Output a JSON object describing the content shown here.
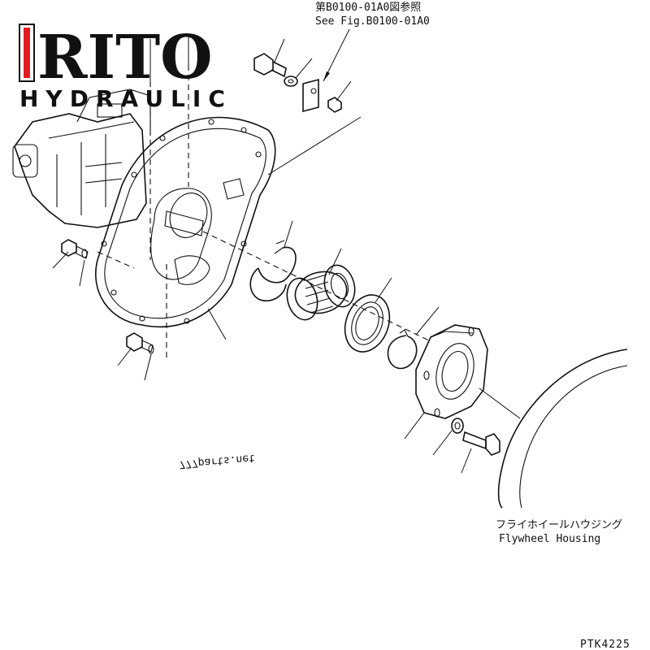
{
  "logo": {
    "brand": "RITO",
    "tagline": "HYDRAULIC",
    "accent_color": "#e31b23"
  },
  "references": {
    "see_fig_jp": "第B0100-01A0図参照",
    "see_fig_en": "See Fig.B0100-01A0"
  },
  "labels": {
    "flywheel_housing_jp": "フライホイールハウジング",
    "flywheel_housing_en": "Flywheel Housing",
    "watermark": "777parts.net",
    "drawing_number": "PTK4225"
  }
}
